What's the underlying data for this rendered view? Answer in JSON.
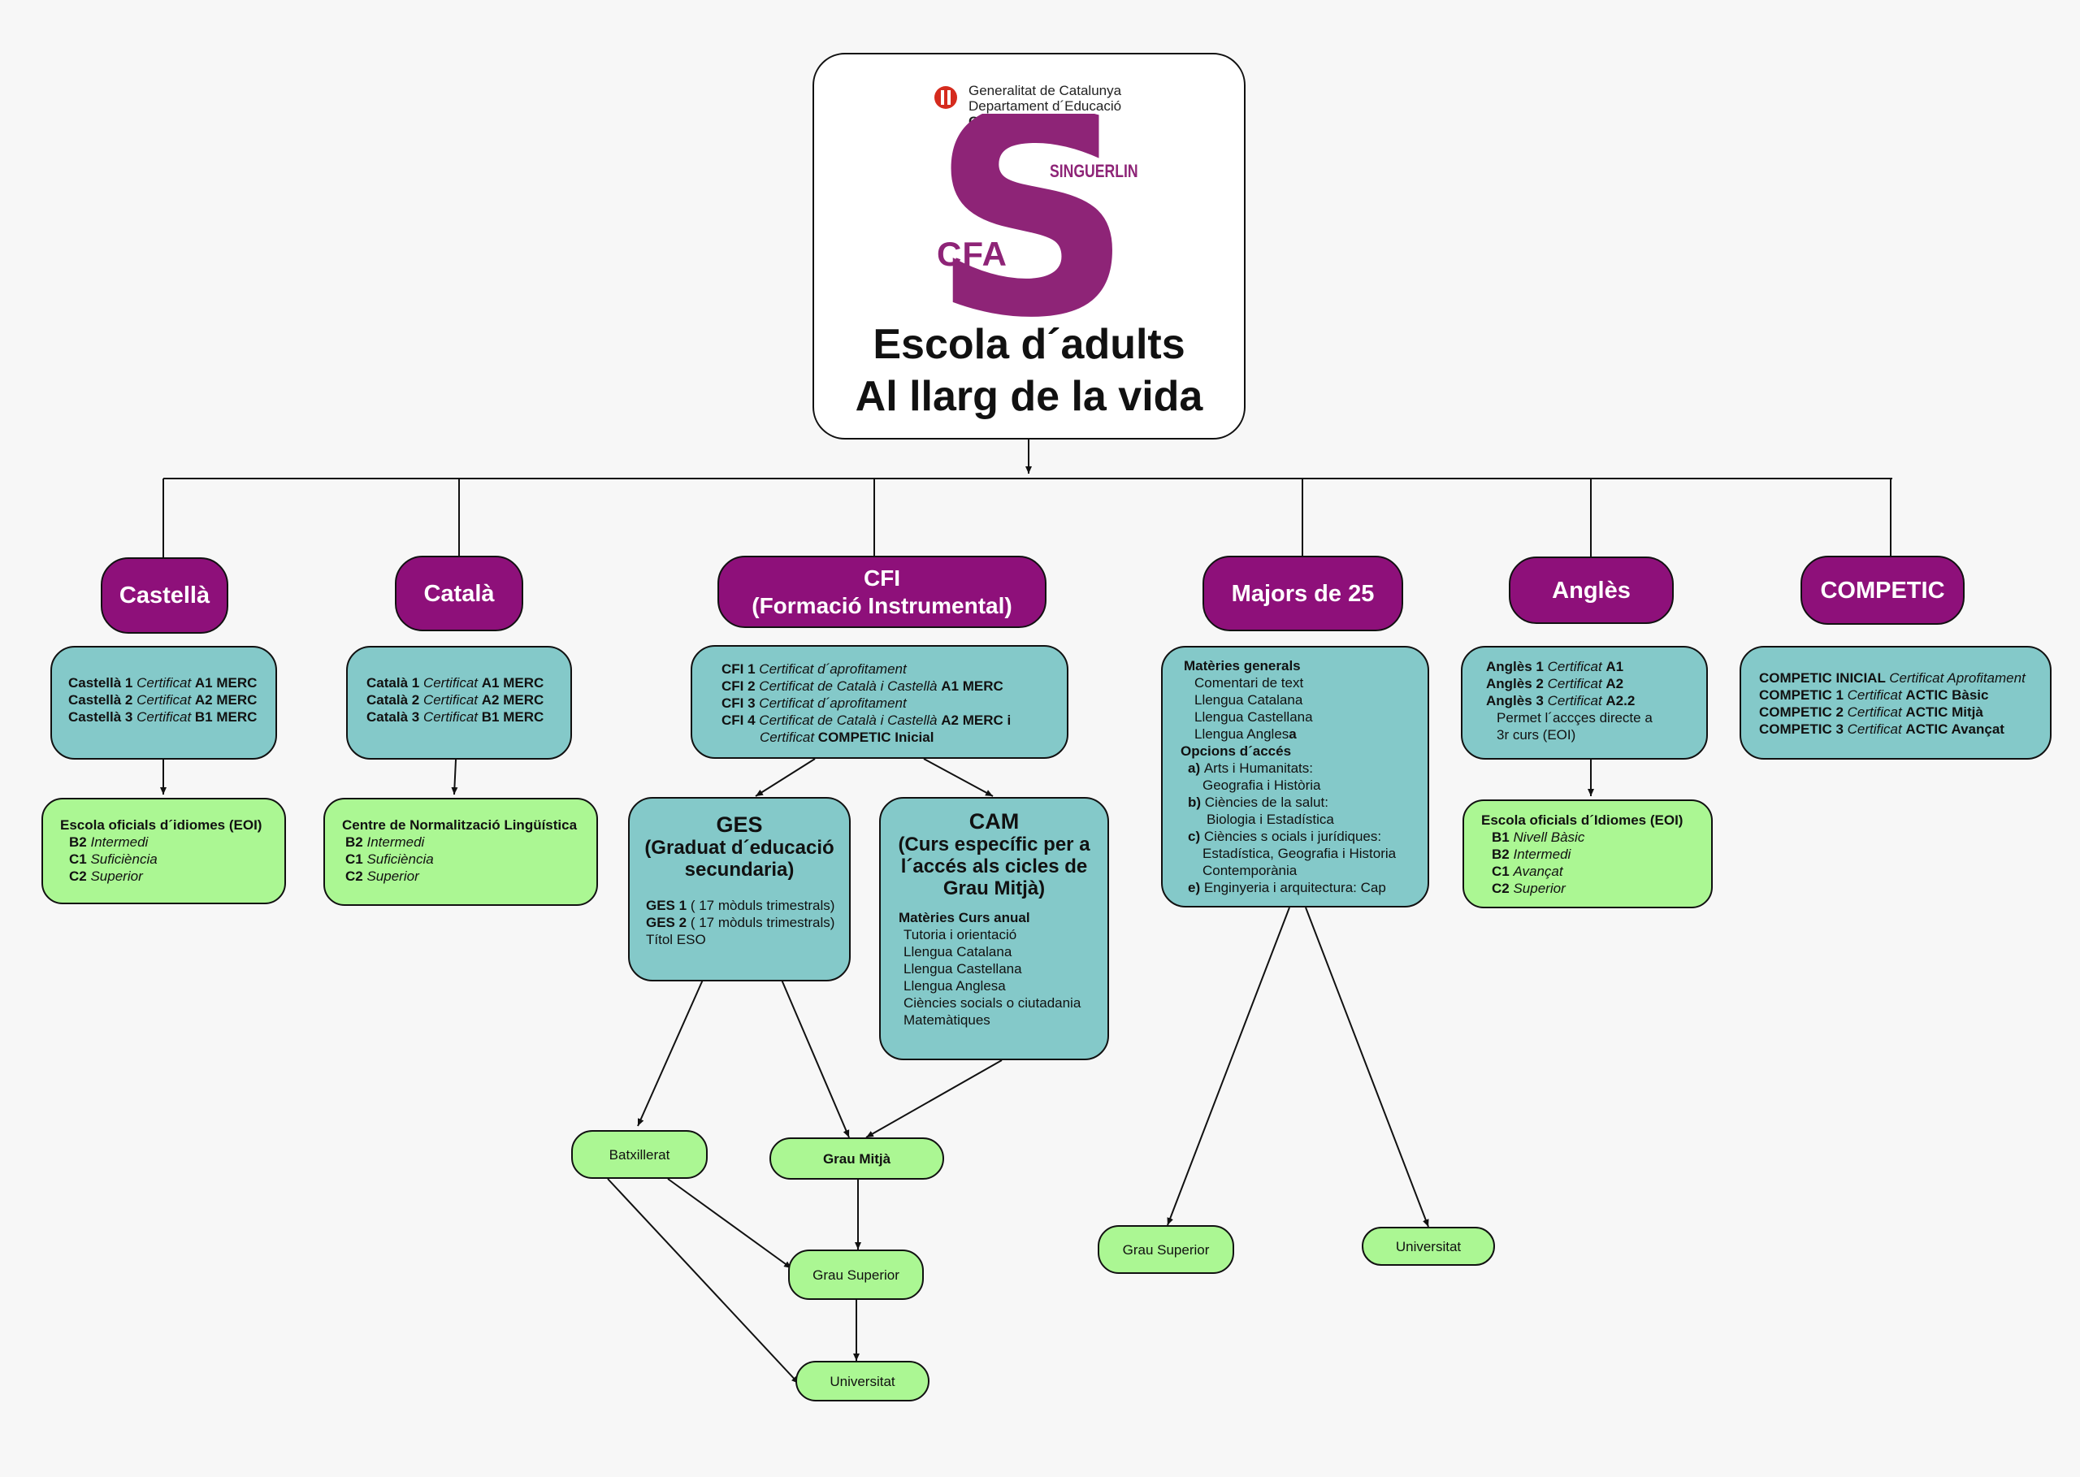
{
  "header": {
    "gov_line1": "Generalitat de Catalunya",
    "gov_line2": "Departament d´Educació",
    "center_name": "CFA Singuerlin",
    "logo_letter": "S",
    "logo_singuerlin": "SINGUERLIN",
    "logo_cfa": "CFA",
    "title_line1": "Escola d´adults",
    "title_line2": "Al llarg de la vida"
  },
  "categories": {
    "castella": "Castellà",
    "catala": "Català",
    "cfi_line1": "CFI",
    "cfi_line2": "(Formació Instrumental)",
    "majors": "Majors de 25",
    "angles": "Anglès",
    "competic": "COMPETIC"
  },
  "castella_box": [
    {
      "b": "Castellà 1 ",
      "i": "Certificat ",
      "b2": "A1 MERC"
    },
    {
      "b": "Castellà 2 ",
      "i": "Certificat ",
      "b2": "A2 MERC"
    },
    {
      "b": "Castellà 3 ",
      "i": "Certificat ",
      "b2": "B1 MERC"
    }
  ],
  "catala_box": [
    {
      "b": "Català 1 ",
      "i": "Certificat ",
      "b2": "A1 MERC"
    },
    {
      "b": "Català 2 ",
      "i": "Certificat ",
      "b2": "A2 MERC"
    },
    {
      "b": "Català 3 ",
      "i": "Certificat ",
      "b2": "B1 MERC"
    }
  ],
  "cfi_box": [
    {
      "b": "CFI 1 ",
      "i": "Certificat d´aprofitament",
      "b2": ""
    },
    {
      "b": "CFI 2 ",
      "i": "Certificat de Català i Castellà ",
      "b2": "A1 MERC"
    },
    {
      "b": "CFI 3 ",
      "i": "Certificat d´aprofitament",
      "b2": ""
    },
    {
      "b": "CFI 4 ",
      "i": "Certificat de Català i Castellà ",
      "b2": "A2 MERC i"
    },
    {
      "b": "",
      "i": "Certificat ",
      "b2": "COMPETIC Inicial"
    }
  ],
  "majors_box": [
    {
      "b": "Matèries generals",
      "t": ""
    },
    {
      "b": "",
      "t": "Comentari de text"
    },
    {
      "b": "",
      "t": "Llengua Catalana"
    },
    {
      "b": "",
      "t": "Llengua Castellana"
    },
    {
      "b": "",
      "t": "Llengua Angles",
      "b2": "a"
    },
    {
      "b": "Opcions d´accés",
      "t": ""
    },
    {
      "b": "a) ",
      "t": "Arts i Humanitats:"
    },
    {
      "b": "",
      "t": "Geografia i Història"
    },
    {
      "b": "b) ",
      "t": "Ciències de la salut:"
    },
    {
      "b": "",
      "t": "Biologia i Estadística"
    },
    {
      "b": "c) ",
      "t": "Ciències s ocials i jurídiques:"
    },
    {
      "b": "",
      "t": "Estadística, Geografia i Historia"
    },
    {
      "b": "",
      "t": "Contemporània"
    },
    {
      "b": "e) ",
      "t": "Enginyeria i arquitectura: Cap"
    }
  ],
  "angles_box": [
    {
      "b": "Anglès 1 ",
      "i": "Certificat ",
      "b2": "A1"
    },
    {
      "b": "Anglès 2 ",
      "i": "Certificat ",
      "b2": "A2"
    },
    {
      "b": "Anglès 3 ",
      "i": "Certificat ",
      "b2": "A2.2"
    },
    {
      "t": "Permet l´accçes directe a"
    },
    {
      "t": "3r curs (EOI)"
    }
  ],
  "competic_box": [
    {
      "b": "COMPETIC INICIAL ",
      "i": "Certificat Aprofitament",
      "b2": ""
    },
    {
      "b": "COMPETIC 1 ",
      "i": "Certificat ",
      "b2": "ACTIC Bàsic"
    },
    {
      "b": "COMPETIC 2 ",
      "i": "Certificat ",
      "b2": "ACTIC Mitjà"
    },
    {
      "b": "COMPETIC 3 ",
      "i": "Certificat ",
      "b2": "ACTIC Avançat"
    }
  ],
  "eoi_castella": {
    "title": "Escola oficials d´idiomes (EOI)",
    "rows": [
      {
        "b": "B2 ",
        "i": "Intermedi"
      },
      {
        "b": "C1 ",
        "i": "Suficiència"
      },
      {
        "b": "C2 ",
        "i": "Superior"
      }
    ]
  },
  "cnl": {
    "title": "Centre de Normalització Lingüística",
    "rows": [
      {
        "b": "B2 ",
        "i": "Intermedi"
      },
      {
        "b": "C1 ",
        "i": "Suficiència"
      },
      {
        "b": "C2 ",
        "i": "Superior"
      }
    ]
  },
  "eoi_angles": {
    "title": "Escola oficials d´Idiomes (EOI)",
    "rows": [
      {
        "b": "B1 ",
        "i": "Nivell Bàsic"
      },
      {
        "b": "B2 ",
        "i": "Intermedi"
      },
      {
        "b": "C1 ",
        "i": "Avançat"
      },
      {
        "b": "C2 ",
        "i": "Superior"
      }
    ]
  },
  "ges": {
    "title1": "GES",
    "title2": "(Graduat d´educació",
    "title3": "secundaria)",
    "rows": [
      {
        "b": "GES 1",
        "t": " ( 17 mòduls trimestrals)"
      },
      {
        "b": "GES 2",
        "t": " ( 17 mòduls trimestrals)"
      },
      {
        "b": "",
        "t": "Títol ESO"
      }
    ]
  },
  "cam": {
    "title1": "CAM",
    "title2": "(Curs específic per a",
    "title3": "l´accés als cicles de",
    "title4": "Grau Mitjà)",
    "sub": "Matèries Curs anual",
    "rows": [
      "Tutoria i orientació",
      "Llengua Catalana",
      "Llengua Castellana",
      "Llengua Anglesa",
      "Ciències socials o ciutadania",
      "Matemàtiques"
    ]
  },
  "outcomes": {
    "batxillerat": "Batxillerat",
    "grau_mitja": "Grau Mitjà",
    "grau_superior_left": "Grau Superior",
    "universitat_left": "Universitat",
    "grau_superior_right": "Grau Superior",
    "universitat_right": "Universitat"
  },
  "colors": {
    "purple": "#8e107a",
    "teal": "#84c9c9",
    "green": "#abf793",
    "logo_purple": "#8e2477",
    "gov_red": "#d52b1e"
  }
}
